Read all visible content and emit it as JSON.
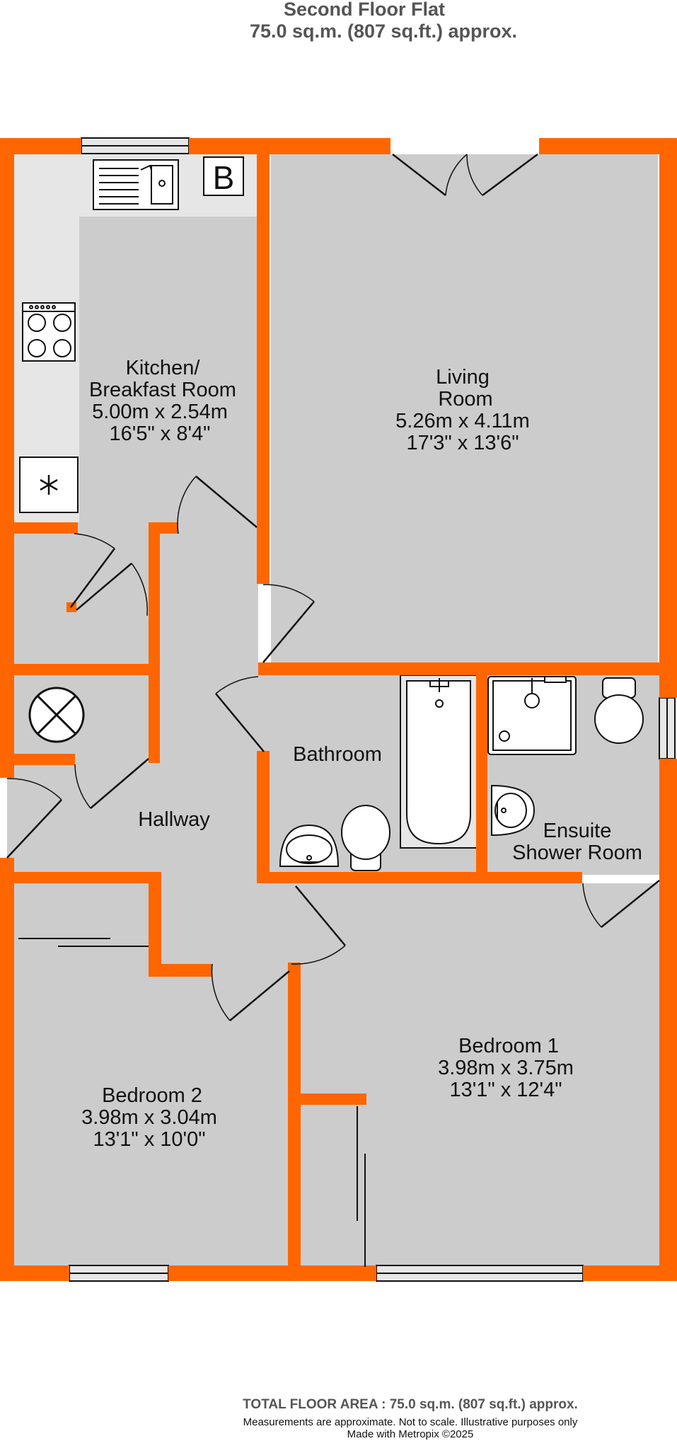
{
  "header": {
    "title": "Second Floor Flat",
    "area": "75.0 sq.m. (807 sq.ft.) approx."
  },
  "colors": {
    "wall": "#ff6600",
    "floor": "#cccccc",
    "counter": "#e6e6e6",
    "window": "#e6e6e6",
    "line": "#111111",
    "header_text": "#555555"
  },
  "rooms": {
    "kitchen": {
      "name_line1": "Kitchen/",
      "name_line2": "Breakfast Room",
      "metric": "5.00m  x 2.54m",
      "imperial": "16'5\"  x 8'4\""
    },
    "living": {
      "name_line1": "Living",
      "name_line2": "Room",
      "metric": "5.26m  x 4.11m",
      "imperial": "17'3\"  x 13'6\""
    },
    "bathroom": {
      "name": "Bathroom"
    },
    "hallway": {
      "name": "Hallway"
    },
    "ensuite": {
      "name_line1": "Ensuite",
      "name_line2": "Shower Room"
    },
    "bedroom1": {
      "name": "Bedroom 1",
      "metric": "3.98m  x 3.75m",
      "imperial": "13'1\"  x 12'4\""
    },
    "bedroom2": {
      "name": "Bedroom 2",
      "metric": "3.98m  x 3.04m",
      "imperial": "13'1\"  x 10'0\""
    }
  },
  "fixtures": {
    "boiler_label": "B",
    "icons": [
      "sink-icon",
      "hob-icon",
      "fridge-freezer-icon",
      "boiler-icon",
      "cylinder-icon",
      "bath-icon",
      "shower-tray-icon",
      "toilet-icon",
      "basin-icon"
    ]
  },
  "footer": {
    "total": "TOTAL FLOOR AREA : 75.0 sq.m. (807 sq.ft.) approx.",
    "disclaimer": "Measurements are approximate.  Not to scale.  Illustrative purposes only",
    "credit": "Made with Metropix ©2025"
  }
}
